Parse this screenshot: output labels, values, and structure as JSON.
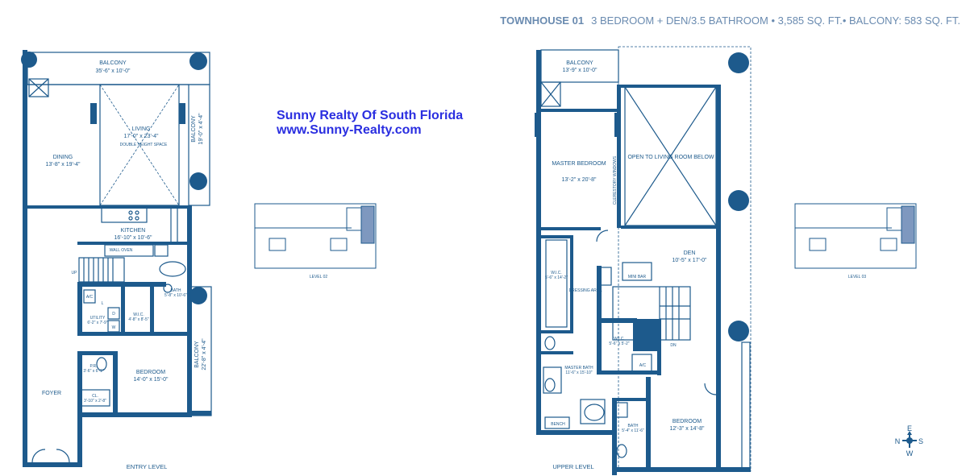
{
  "header": {
    "unit": "TOWNHOUSE 01",
    "details": "3 BEDROOM + DEN/3.5 BATHROOM • 3,585 SQ. FT.• BALCONY: 583 SQ. FT."
  },
  "ad": {
    "line1": "Sunny Realty Of South Florida",
    "line2": "www.Sunny-Realty.com"
  },
  "entry_level": {
    "title": "ENTRY LEVEL",
    "rooms": {
      "balcony_top": {
        "name": "BALCONY",
        "dims": "35'-6\" x 10'-0\""
      },
      "balcony_side1": {
        "name": "BALCONY",
        "dims": "19'-0\" x 4'-4\""
      },
      "living": {
        "name": "LIVING",
        "dims": "17'-0\" x 23'-4\"",
        "note": "DOUBLE HEIGHT SPACE"
      },
      "dining": {
        "name": "DINING",
        "dims": "13'-8\" x 19'-4\""
      },
      "kitchen": {
        "name": "KITCHEN",
        "dims": "16'-10\" x 10'-6\""
      },
      "bath": {
        "name": "BATH",
        "dims": "5'-8\" x 10'-6\""
      },
      "utility": {
        "name": "UTILITY",
        "dims": "6'-2\" x 7'-9\""
      },
      "wic": {
        "name": "W.I.C.",
        "dims": "4'-8\" x 8'-5\""
      },
      "bedroom": {
        "name": "BEDROOM",
        "dims": "14'-0\" x 15'-0\""
      },
      "balcony_side2": {
        "name": "BALCONY",
        "dims": "22'-8\" x 4'-4\""
      },
      "foyer": {
        "name": "FOYER"
      },
      "powder": {
        "name": "P.R.",
        "dims": "3'-6\" x 6'-1\""
      },
      "closet": {
        "name": "CL.",
        "dims": "3'-10\" x 2'-8\""
      },
      "wall_oven": {
        "name": "WALL OVEN"
      },
      "up": {
        "name": "UP"
      },
      "ac": {
        "name": "A/C"
      },
      "washer": {
        "name": "W"
      },
      "dryer": {
        "name": "D"
      },
      "linen": {
        "name": "L"
      }
    }
  },
  "upper_level": {
    "title": "UPPER LEVEL",
    "rooms": {
      "balcony": {
        "name": "BALCONY",
        "dims": "13'-9\" x 10'-0\""
      },
      "master_bedroom": {
        "name": "MASTER BEDROOM",
        "dims": "13'-2\" x 20'-8\""
      },
      "open_to": {
        "name": "OPEN TO LIVING ROOM BELOW"
      },
      "den": {
        "name": "DEN",
        "dims": "10'-5\" x 17'-0\""
      },
      "wic1": {
        "name": "W.I.C.",
        "dims": "5'-6\" x 14'-2\""
      },
      "dressing": {
        "name": "DRESSING AREA"
      },
      "mini_bar": {
        "name": "MINI BAR"
      },
      "wic2": {
        "name": "W.I.C.",
        "dims": "5'-6\" x 5'-2\""
      },
      "master_bath": {
        "name": "MASTER BATH",
        "dims": "11'-6\" x 15'-10\""
      },
      "bench": {
        "name": "BENCH"
      },
      "bath": {
        "name": "BATH",
        "dims": "5'-4\" x 11'-6\""
      },
      "bedroom": {
        "name": "BEDROOM",
        "dims": "12'-3\" x 14'-8\""
      },
      "clerestory": {
        "name": "CLERESTORY WINDOWS"
      },
      "ac": {
        "name": "A/C"
      },
      "dn": {
        "name": "DN"
      }
    }
  },
  "key_plans": [
    {
      "label": "LEVEL 02"
    },
    {
      "label": "LEVEL 03"
    }
  ],
  "compass": {
    "n": "N",
    "s": "S",
    "e": "E",
    "w": "W"
  },
  "colors": {
    "plan_blue": "#1d5a8c",
    "header_blue": "#6a8bb0",
    "ad_blue": "#2a2ee0",
    "key_highlight": "#7e98bf"
  }
}
